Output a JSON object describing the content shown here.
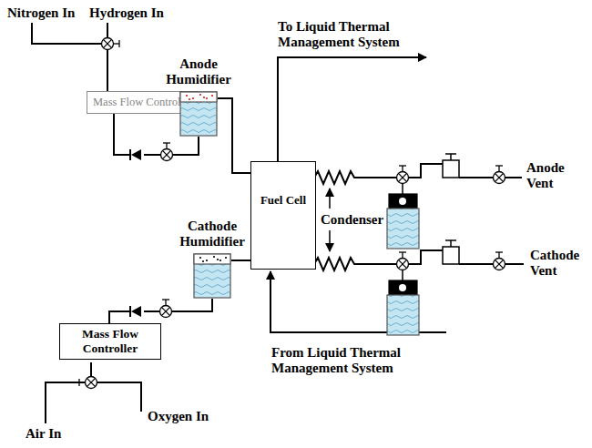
{
  "diagram": {
    "nodes": [
      {
        "text": [
          "Mass Flow Controller"
        ]
      },
      {
        "text": [
          "Anode Humidifier"
        ]
      },
      {
        "text": [
          "Fuel Cell"
        ]
      },
      {
        "text": [
          "Cathode Humidifier"
        ]
      },
      {
        "text": [
          "Mass Flow Controller"
        ]
      }
    ],
    "edges": [
      {
        "from": 0,
        "to": 1,
        "arrow": "none"
      },
      {
        "from": 1,
        "to": 2,
        "arrow": "none"
      },
      {
        "from": 3,
        "to": 2,
        "arrow": "none"
      },
      {
        "from": 4,
        "to": 3,
        "arrow": "none"
      }
    ],
    "labels": [
      "Nitrogen In",
      "Hydrogen In",
      "To Liquid Thermal Management System",
      "Condenser",
      "Anode Vent",
      "Cathode Vent",
      "From Liquid Thermal Management System",
      "Oxygen In",
      "Air In"
    ]
  }
}
